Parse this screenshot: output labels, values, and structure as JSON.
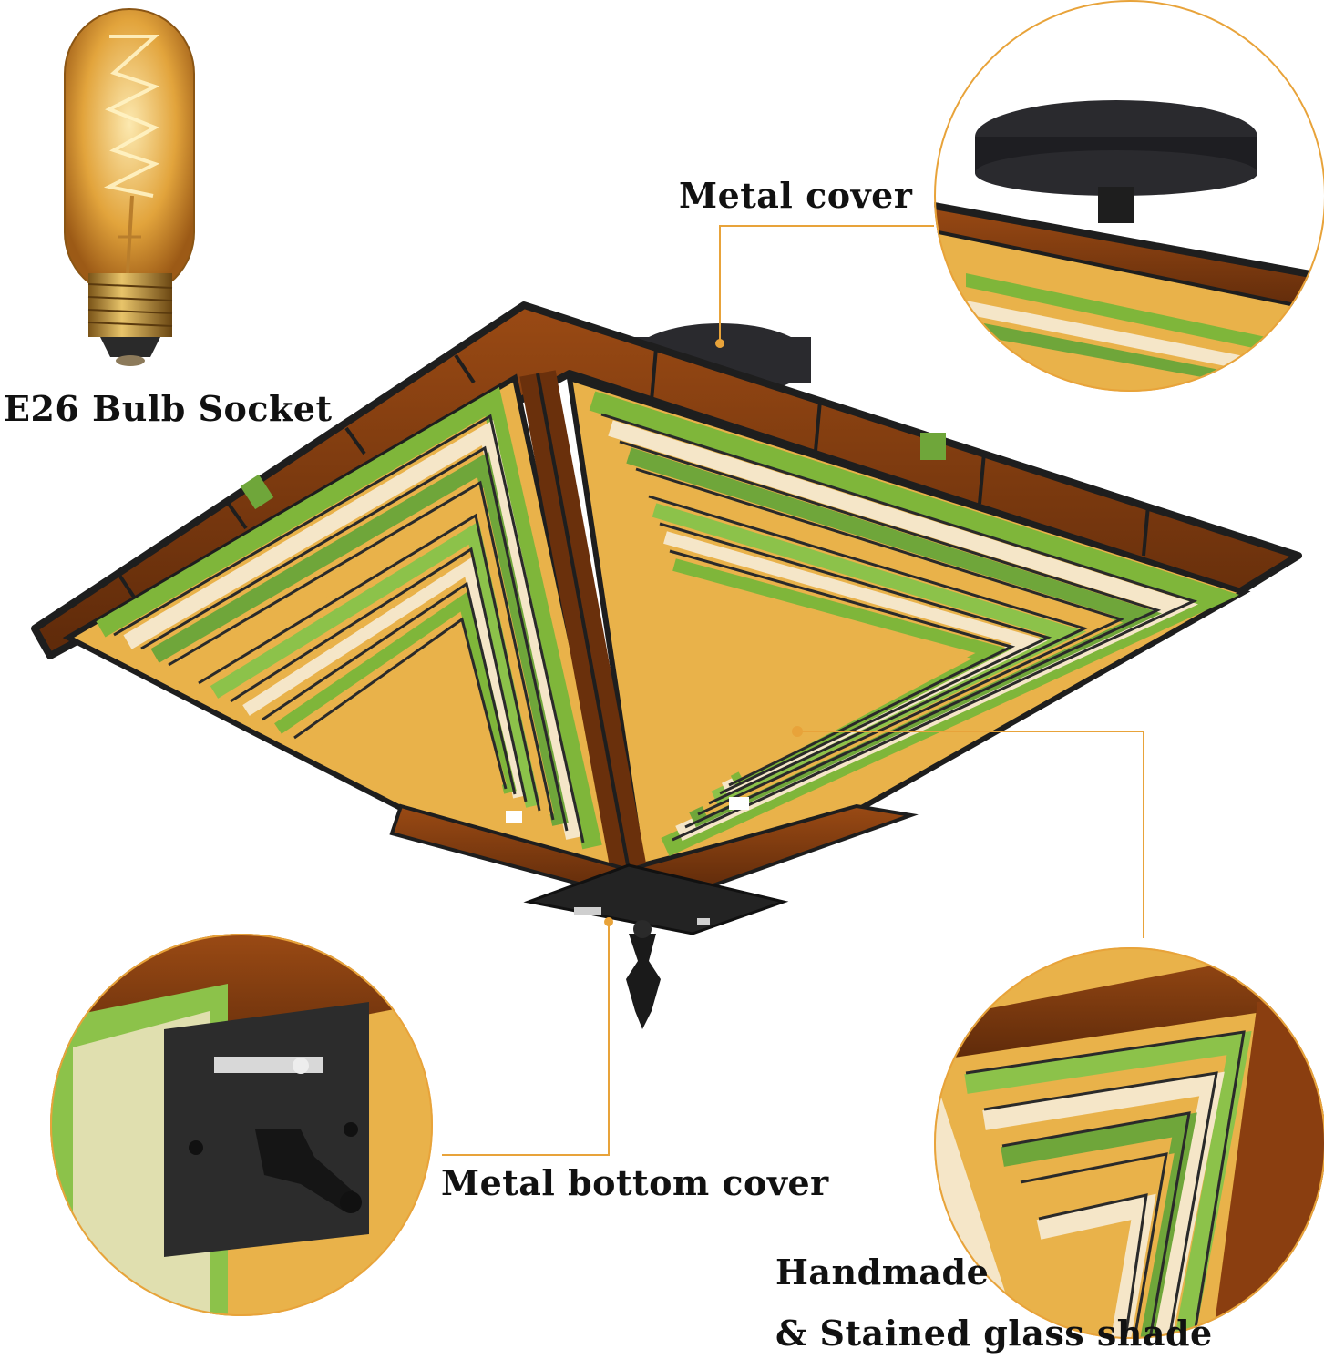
{
  "labels": {
    "bulb_socket": "E26 Bulb Socket",
    "metal_cover": "Metal cover",
    "metal_bottom_cover": "Metal bottom cover",
    "handmade_line1": "Handmade",
    "handmade_line2": "& Stained glass shade"
  },
  "colors": {
    "callout_line": "#E8A33A",
    "label_text": "#111111",
    "amber_glass": "#E9B24A",
    "green_glass": "#7FB63A",
    "cream_glass": "#F5E6C8",
    "brown_border": "#7A3A12",
    "metal_frame": "#232323"
  },
  "icons": [
    "edison-bulb-icon",
    "stained-glass-lamp-icon",
    "detail-inset-icon"
  ]
}
